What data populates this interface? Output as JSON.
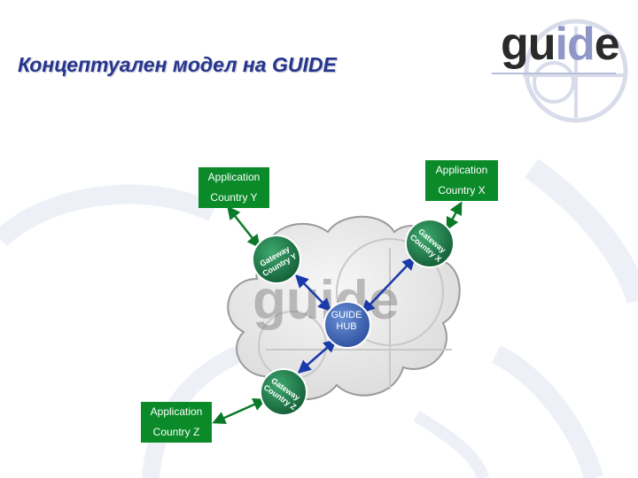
{
  "slide": {
    "title": "Концептуален модел на GUIDE"
  },
  "logo": {
    "text_dark_1": "gu",
    "text_accent": "id",
    "text_dark_2": "e",
    "watermark": "guide"
  },
  "diagram": {
    "hub": {
      "line1": "GUIDE",
      "line2": "HUB"
    },
    "applications": [
      {
        "line1": "Application",
        "line2": "Country Y"
      },
      {
        "line1": "Application",
        "line2": "Country X"
      },
      {
        "line1": "Application",
        "line2": "Country Z"
      }
    ],
    "gateways": [
      {
        "line1": "Gateway",
        "line2": "Country Y"
      },
      {
        "line1": "Gateway",
        "line2": "Country X"
      },
      {
        "line1": "Gateway",
        "line2": "Country Z"
      }
    ]
  },
  "colors": {
    "title": "#27358f",
    "app_box": "#0a8a28",
    "gateway": "#1a7a48",
    "hub": "#3f64b5",
    "link_green": "#0a7a28",
    "link_blue": "#1a3aaa",
    "cloud": "#e8e8e8",
    "logo_accent": "#8f97c7"
  }
}
